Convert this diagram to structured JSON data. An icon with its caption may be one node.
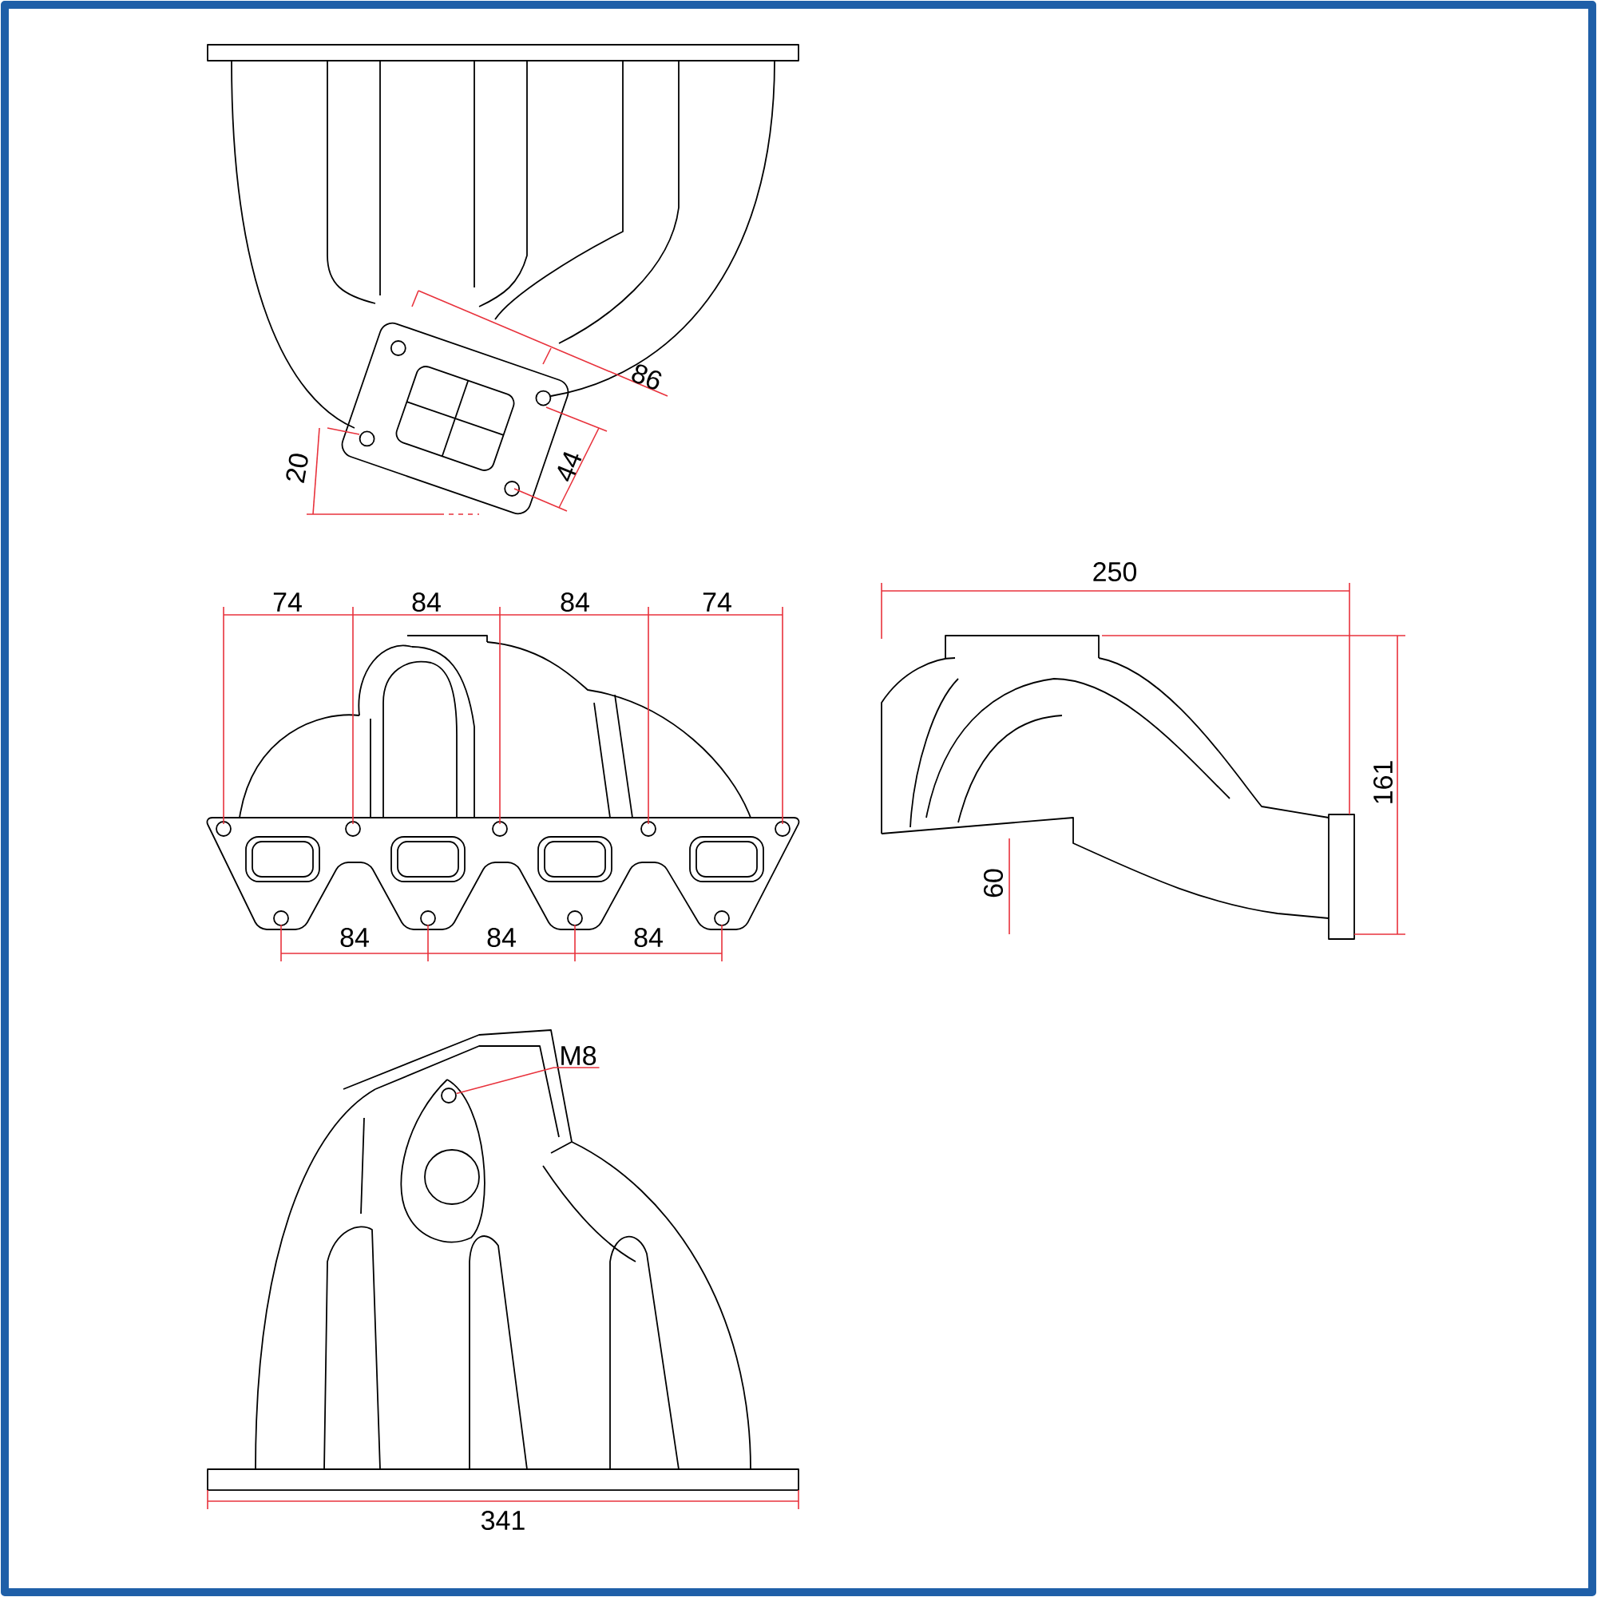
{
  "diagram": {
    "nodes": [
      {
        "text": [
          "M8"
        ]
      },
      {
        "text": [],
        "shape": "circle"
      }
    ],
    "edges": [
      {
        "from": 0,
        "to": 1,
        "arrow": "none"
      }
    ],
    "labels": [
      "86",
      "20",
      "44",
      "250",
      "74",
      "84",
      "84",
      "74",
      "161",
      "60",
      "84",
      "84",
      "84",
      "341"
    ]
  }
}
